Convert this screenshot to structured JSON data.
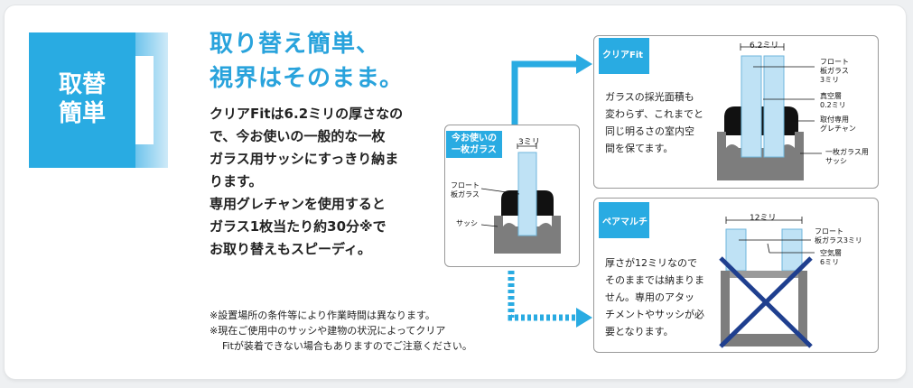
{
  "badge": {
    "line1": "取替",
    "line2": "簡単"
  },
  "headline": {
    "line1": "取り替え簡単、",
    "line2": "視界はそのまま。"
  },
  "body": {
    "lines": [
      "クリアFitは6.2ミリの厚さなの",
      "で、今お使いの一般的な一枚",
      "ガラス用サッシにすっきり納ま",
      "ります。",
      "専用グレチャンを使用すると",
      "ガラス1枚当たり約30分※で",
      "お取り替えもスピーディ。"
    ]
  },
  "notes": {
    "note1": "※設置場所の条件等により作業時間は異なります。",
    "note2": "※現在ご使用中のサッシや建物の状況によってクリア",
    "note2b": "Fitが装着できない場合もありますのでご注意ください。"
  },
  "current_glass": {
    "tag_line1": "今お使いの",
    "tag_line2": "一枚ガラス",
    "dimension": "3ミリ",
    "label_float1": "フロート",
    "label_float2": "板ガラス",
    "label_sash": "サッシ"
  },
  "clear_fit": {
    "tag": "クリアFit",
    "desc_lines": [
      "ガラスの採光面積も",
      "変わらず、これまでと",
      "同じ明るさの室内空",
      "間を保てます。"
    ],
    "dimension": "6.2ミリ",
    "label_float1": "フロート",
    "label_float2": "板ガラス",
    "label_float3": "3ミリ",
    "label_vac1": "真空層",
    "label_vac2": "0.2ミリ",
    "label_gc1": "取付専用",
    "label_gc2": "グレチャン",
    "label_sash1": "一枚ガラス用",
    "label_sash2": "サッシ"
  },
  "pair_multi": {
    "tag": "ペアマルチ",
    "desc_lines": [
      "厚さが12ミリなので",
      "そのままでは納まりま",
      "せん。専用のアタッ",
      "チメントやサッシが必",
      "要となります。"
    ],
    "dimension": "12ミリ",
    "label_float1": "フロート",
    "label_float2": "板ガラス3ミリ",
    "label_air1": "空気層",
    "label_air2": "6ミリ"
  },
  "colors": {
    "accent": "#29abe2",
    "headline": "#29a3dc",
    "cross": "#1f3f8f",
    "sash": "#7d7d7d",
    "glass": "#bfe2f5"
  },
  "icons": [
    "arrow-right-icon",
    "dotted-arrow-right-icon",
    "cross-mark-icon"
  ]
}
